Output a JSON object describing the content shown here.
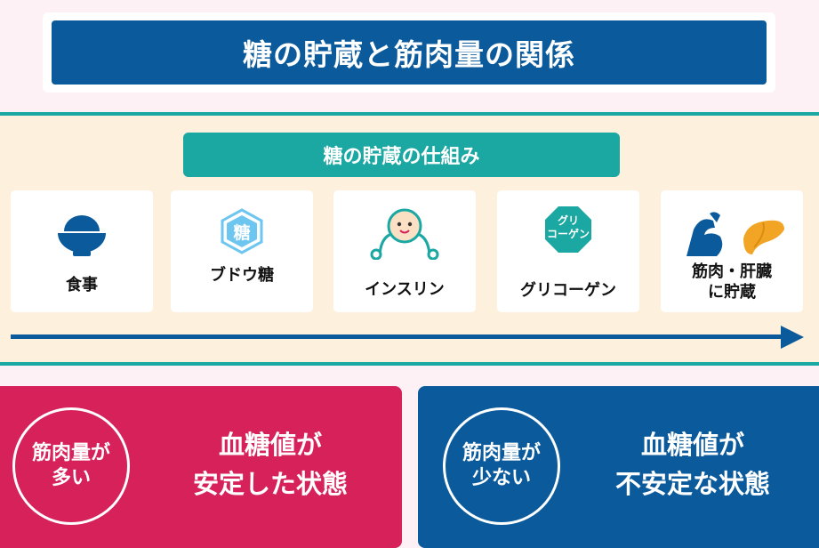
{
  "title": "糖の貯蔵と筋肉量の関係",
  "mechanism": {
    "subtitle": "糖の貯蔵の仕組み",
    "steps": [
      {
        "icon": "rice-bowl-icon",
        "label": "食事"
      },
      {
        "icon": "glucose-hexagon-icon",
        "icon_text": "糖",
        "label": "ブドウ糖"
      },
      {
        "icon": "insulin-face-icon",
        "label": "インスリン"
      },
      {
        "icon": "glycogen-octagon-icon",
        "icon_text_1": "グリ",
        "icon_text_2": "コーゲン",
        "label": "グリコーゲン"
      },
      {
        "icon": "muscle-liver-icon",
        "label_1": "筋肉・肝臓",
        "label_2": "に貯蔵"
      }
    ]
  },
  "states": {
    "high": {
      "circle_1": "筋肉量が",
      "circle_2": "多い",
      "result_1": "血糖値が",
      "result_2": "安定した状態"
    },
    "low": {
      "circle_1": "筋肉量が",
      "circle_2": "少ない",
      "result_1": "血糖値が",
      "result_2": "不安定な状態"
    }
  },
  "colors": {
    "navy": "#0a5a9c",
    "teal": "#1ba7a2",
    "pink": "#d6215b",
    "cream": "#fdf0dc",
    "liver": "#f2a524"
  }
}
